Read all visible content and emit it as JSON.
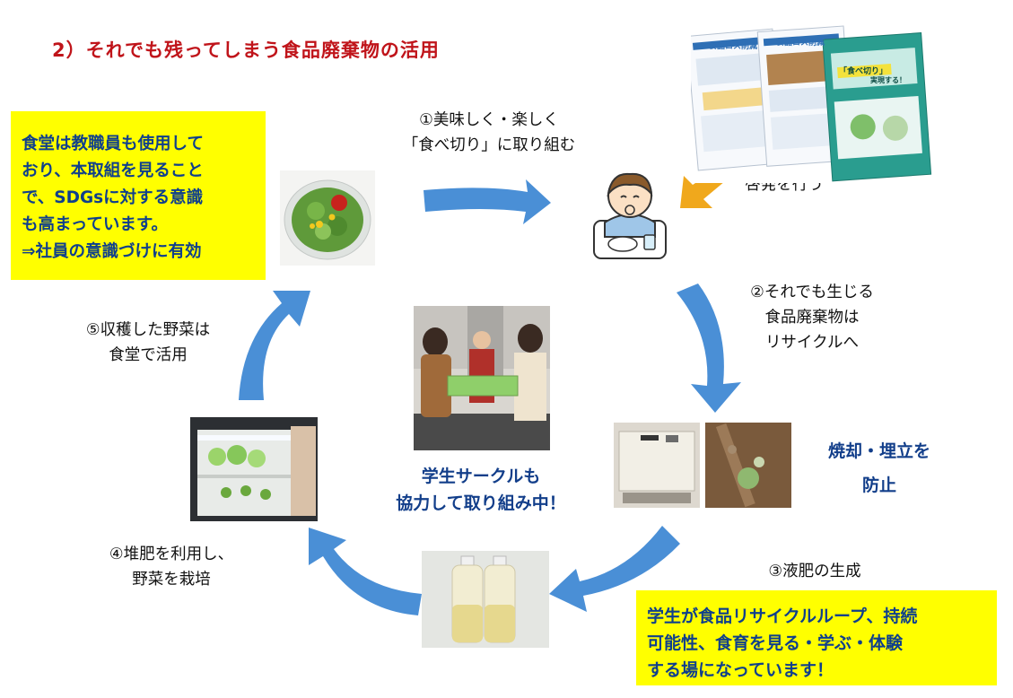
{
  "title": "2）それでも残ってしまう食品廃棄物の活用",
  "left_box": [
    "食堂は教職員も使用して",
    "おり、本取組を見ること",
    "で、SDGsに対する意識",
    "も高まっています。",
    "⇒社員の意識づけに有効"
  ],
  "step1": [
    "①美味しく・楽しく",
    "「食べ切り」に取り組む"
  ],
  "step2": [
    "②それでも生じる",
    "食品廃棄物は",
    "リサイクルへ"
  ],
  "step3": [
    "③液肥の生成"
  ],
  "step4": [
    "④堆肥を利用し、",
    "野菜を栽培"
  ],
  "step5": [
    "⑤収穫した野菜は",
    "食堂で活用"
  ],
  "enlighten": "啓発を行う",
  "prevent": [
    "焼却・埋立を",
    "防止"
  ],
  "center_caption": [
    "学生サークルも",
    "協力して取り組み中！"
  ],
  "right_box": [
    "学生が食品リサイクルループ、持続",
    "可能性、食育を見る・学ぶ・体験",
    "する場になっています！"
  ],
  "flyers": {
    "flyer1_title": "食品ロス削減",
    "flyer2_title": "食品ロス削減",
    "flyer3_title": "「食べ切り」",
    "flyer3_tag": "実現する！"
  },
  "colors": {
    "title": "#c0141a",
    "highlight": "#ffff00",
    "text_blue": "#0f3f8c",
    "arrow": "#4a8fd6",
    "small_arrow": "#f0a81c"
  }
}
